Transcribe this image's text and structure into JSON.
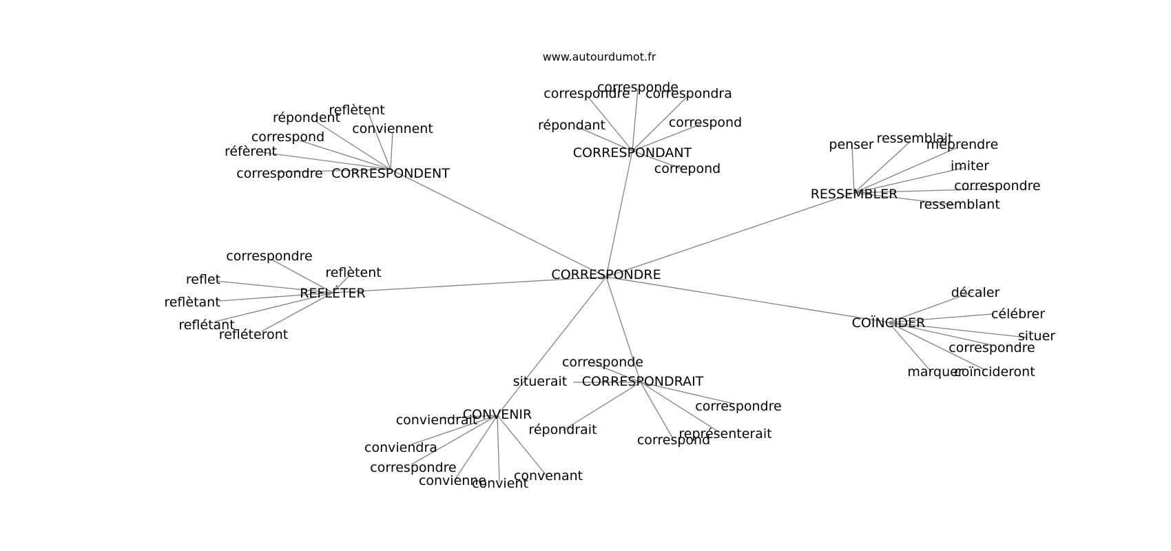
{
  "title": "www.autourdumot.fr",
  "colors": {
    "edge": "#808080",
    "text": "#000000",
    "background": "#ffffff"
  },
  "graph": {
    "root": "CORRESPONDRE",
    "hubs": [
      {
        "id": "correspondent",
        "label": "CORRESPONDENT",
        "leaves": [
          "reflètent",
          "répondent",
          "conviennent",
          "correspond",
          "réfèrent",
          "correspondre"
        ]
      },
      {
        "id": "correspondant",
        "label": "CORRESPONDANT",
        "leaves": [
          "corresponde",
          "correspondre",
          "correspondra",
          "correspond",
          "répondant",
          "correpond"
        ]
      },
      {
        "id": "ressembler",
        "label": "RESSEMBLER",
        "leaves": [
          "penser",
          "ressemblait",
          "méprendre",
          "imiter",
          "correspondre",
          "ressemblant"
        ]
      },
      {
        "id": "refleter",
        "label": "REFLÉTER",
        "leaves": [
          "correspondre",
          "reflètent",
          "reflet",
          "reflètant",
          "reflétant",
          "refléteront"
        ]
      },
      {
        "id": "coincider",
        "label": "COÏNCIDER",
        "leaves": [
          "décaler",
          "célébrer",
          "situer",
          "correspondre",
          "marquer",
          "coïncideront"
        ]
      },
      {
        "id": "correspondrait",
        "label": "CORRESPONDRAIT",
        "leaves": [
          "corresponde",
          "situerait",
          "correspondre",
          "répondrait",
          "représenterait",
          "correspond"
        ]
      },
      {
        "id": "convenir",
        "label": "CONVENIR",
        "leaves": [
          "conviendrait",
          "conviendra",
          "correspondre",
          "convienne",
          "convient",
          "convenant"
        ]
      }
    ]
  }
}
